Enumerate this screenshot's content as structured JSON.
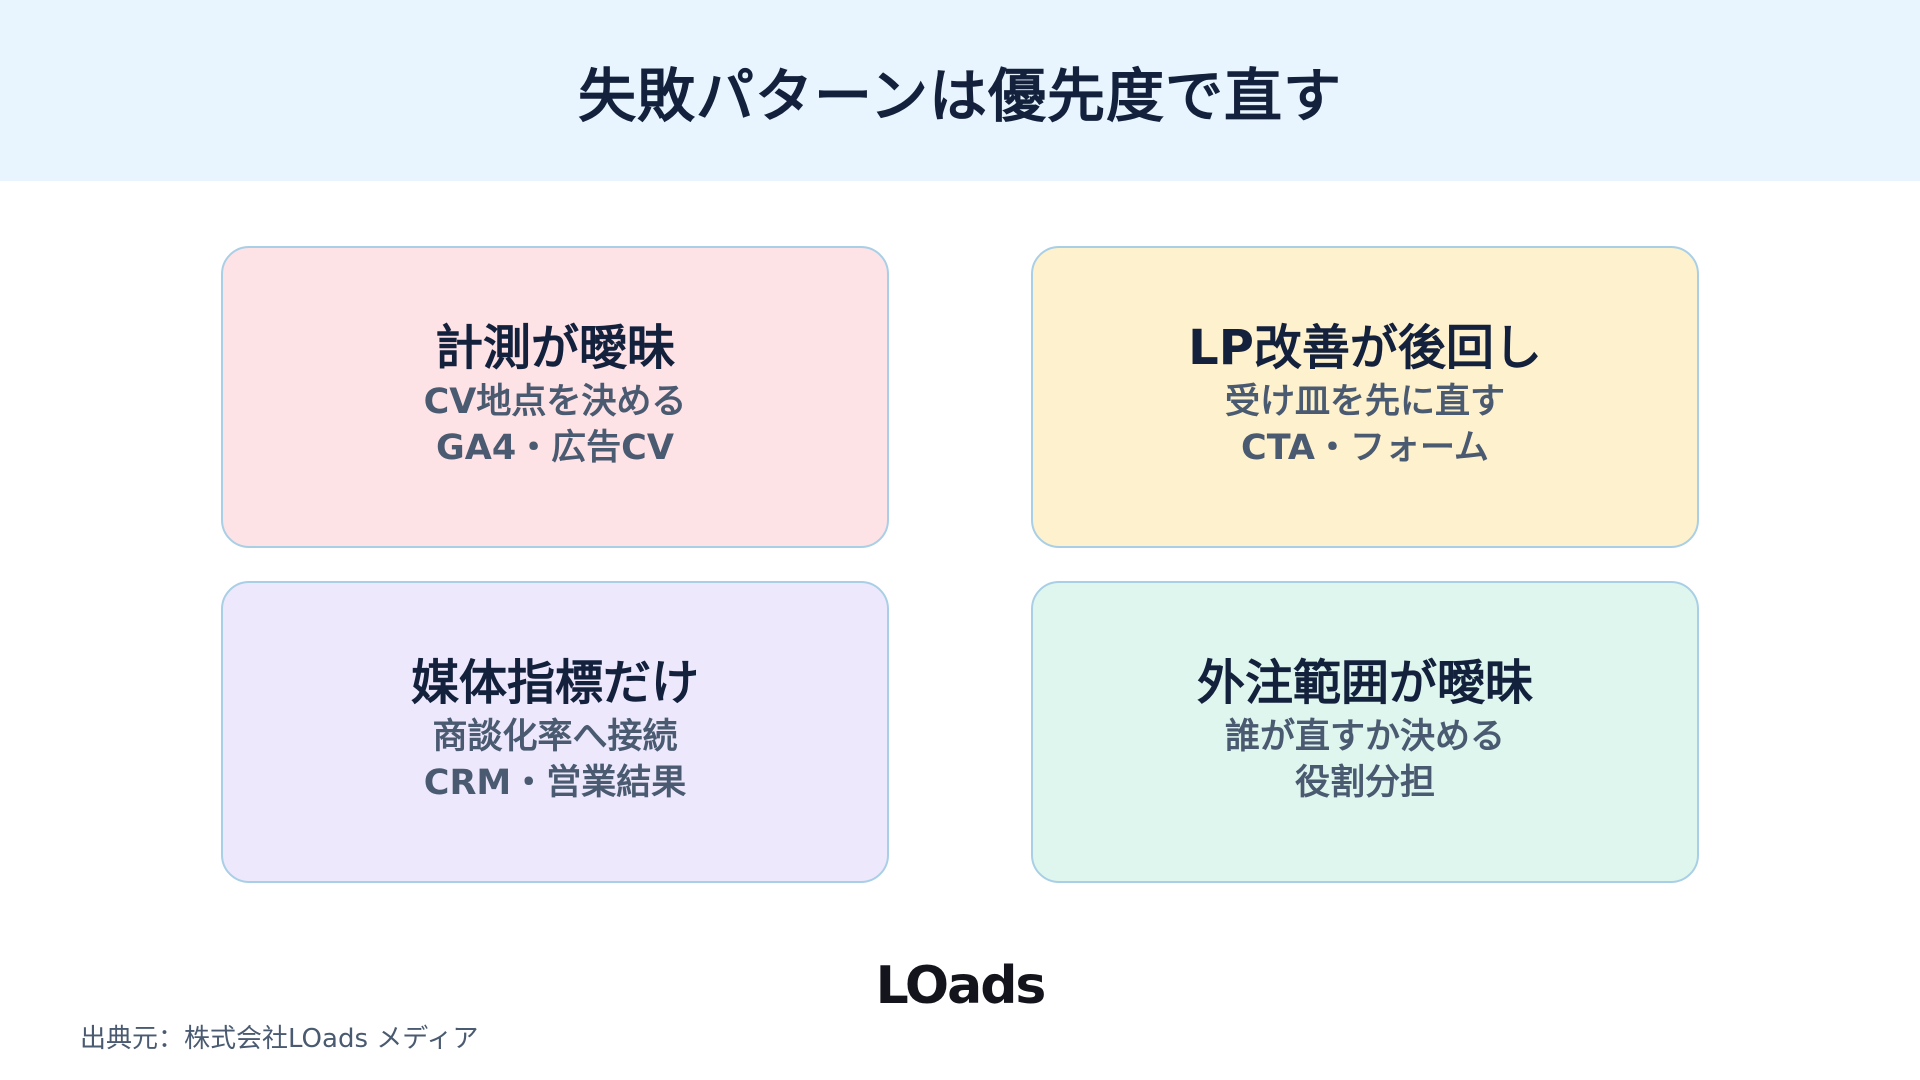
{
  "header": {
    "title": "失敗パターンは優先度で直す"
  },
  "cards": [
    {
      "title": "計測が曖昧",
      "line1": "CV地点を決める",
      "line2": "GA4・広告CV",
      "bg": "#fde2e6"
    },
    {
      "title": "LP改善が後回し",
      "line1": "受け皿を先に直す",
      "line2": "CTA・フォーム",
      "bg": "#fef1cd"
    },
    {
      "title": "媒体指標だけ",
      "line1": "商談化率へ接続",
      "line2": "CRM・営業結果",
      "bg": "#ede8fc"
    },
    {
      "title": "外注範囲が曖昧",
      "line1": "誰が直すか決める",
      "line2": "役割分担",
      "bg": "#dff6ee"
    }
  ],
  "footer": {
    "logo": "LOads",
    "source": "出典元：株式会社LOads メディア"
  },
  "colors": {
    "header_bg": "#e8f5fe",
    "title_text": "#14213d",
    "sub_text": "#4a5a70",
    "card_border": "#a9cfe6"
  }
}
